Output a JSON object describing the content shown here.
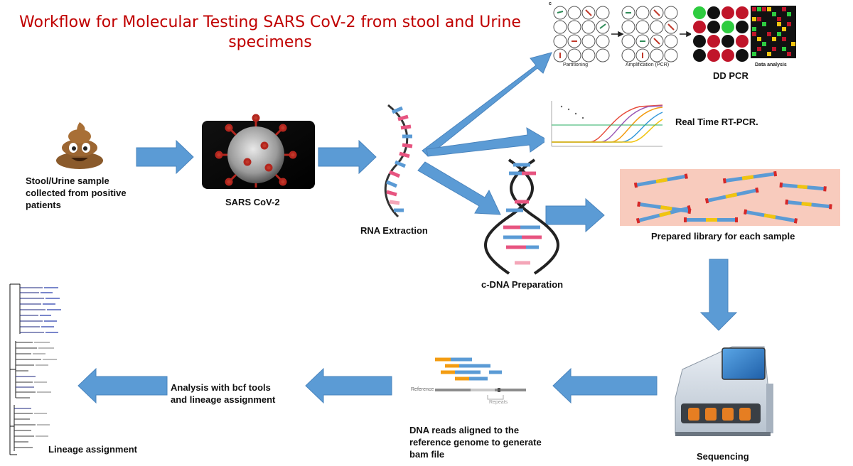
{
  "title": "Workflow for Molecular Testing SARS CoV-2 from stool and Urine specimens",
  "labels": {
    "stool": "Stool/Urine sample collected from positive patients",
    "sars": "SARS CoV-2",
    "rna": "RNA Extraction",
    "cdna": "c-DNA Preparation",
    "library": "Prepared library for each sample",
    "ddpcr": "DD PCR",
    "rtpcr": "Real Time RT-PCR.",
    "sequencing": "Sequencing",
    "aligned": "DNA reads aligned to the reference genome to generate bam file",
    "analysis": "Analysis with bcf tools and lineage assignment",
    "lineage": "Lineage assignment"
  },
  "ddpcr_panel": {
    "corner": "c",
    "partitioning": "Partitioning",
    "amplification": "Amplification (PCR)",
    "analysis": "Data analysis"
  },
  "alignment_panel": {
    "reference": "Reference",
    "repeats": "Repeats"
  },
  "colors": {
    "title": "#c00000",
    "arrow": "#5b9bd5",
    "arrow_edge": "#4a84bd",
    "library_bg": "#f8cbbd"
  }
}
